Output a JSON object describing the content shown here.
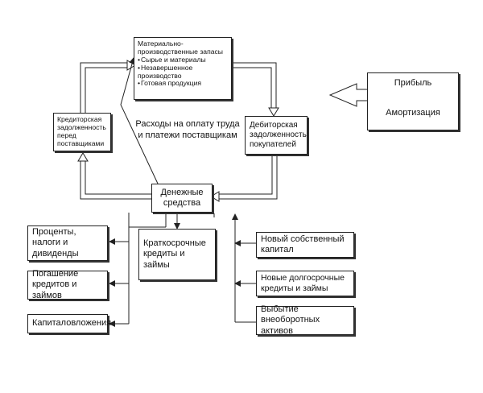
{
  "inventory": {
    "title": "Материально-производственные запасы",
    "items": [
      "Сырье и материалы",
      "Незавершенное производство",
      "Готовая продукция"
    ]
  },
  "payables": {
    "label": "Кредиторская задолженность перед поставщиками"
  },
  "receivables": {
    "label": "Дебиторская задолженность покупателей"
  },
  "cash": {
    "label": "Денежные средства"
  },
  "payments_note": {
    "label": "Расходы на оплату труда и платежи поставщикам"
  },
  "short_term_loans": {
    "label": "Краткосрочные кредиты и займы"
  },
  "uses": {
    "interest_taxes_dividends": "Проценты, налоги и дивиденды",
    "loan_repayment": "Погашение кредитов и займов",
    "capex": "Капиталовложения"
  },
  "sources": {
    "new_equity": "Новый собственный капитал",
    "new_long_term_loans": "Новые долгосрочные кредиты и займы",
    "fixed_asset_disposal": "Выбытие внеоборотных активов"
  },
  "profit_block": {
    "profit": "Прибыль",
    "depreciation": "Амортизация"
  }
}
